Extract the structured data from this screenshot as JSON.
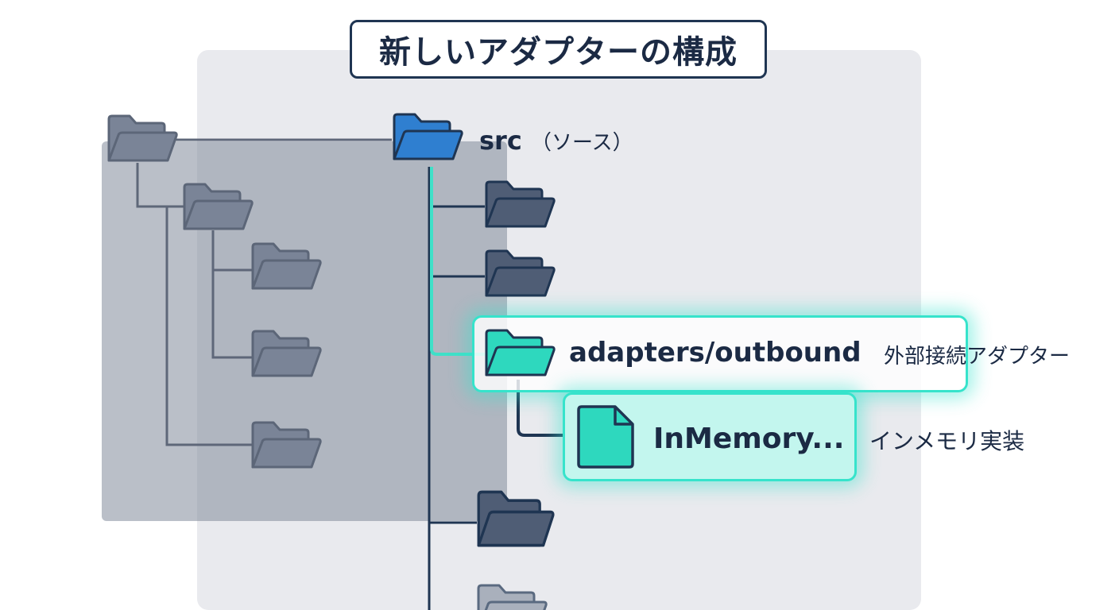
{
  "title": "新しいアダプターの構成",
  "tree": {
    "root": {
      "name": "src",
      "note": "（ソース）"
    },
    "highlighted_folder": {
      "name": "adapters/outbound",
      "note": "外部接続アダプター"
    },
    "highlighted_file": {
      "name": "InMemory...",
      "note": "インメモリ実装"
    }
  },
  "colors": {
    "root_folder": "#2f7fd0",
    "folder": "#4f5d75",
    "highlight": "#36e3cb",
    "line": "#1f3552"
  },
  "icons": [
    "folder-icon",
    "file-icon"
  ]
}
